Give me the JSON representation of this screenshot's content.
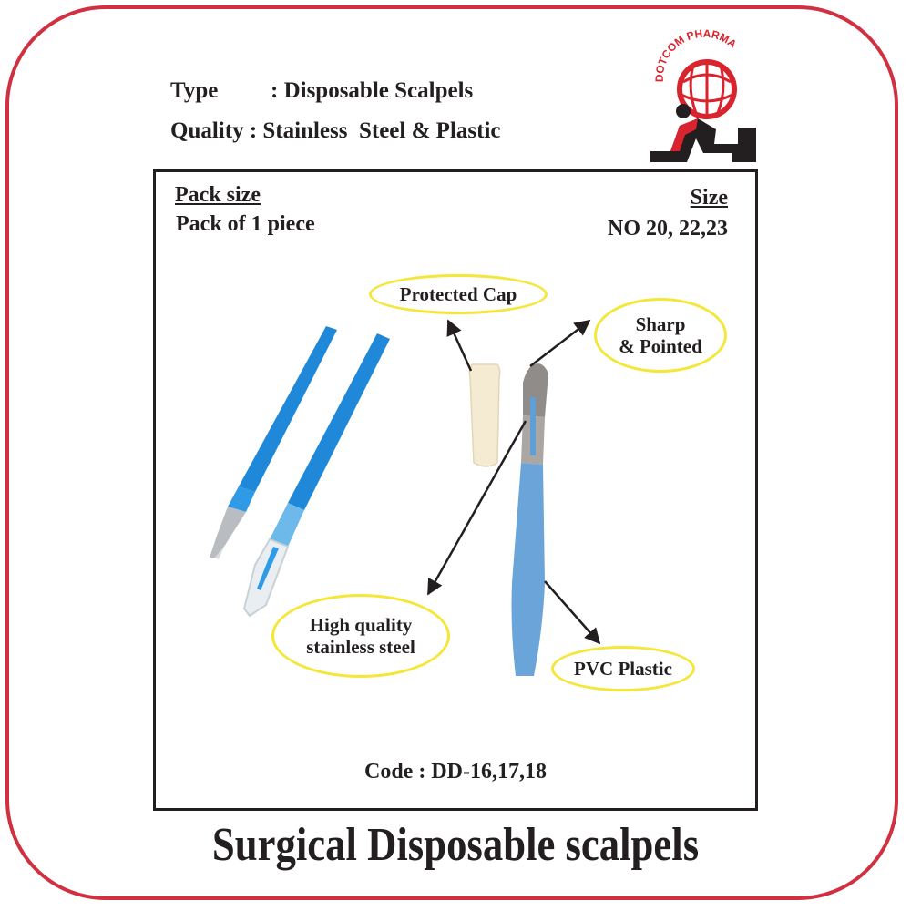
{
  "spec": {
    "type_label": "Type",
    "type_value": ": Disposable Scalpels",
    "quality_label": "Quality",
    "quality_value": " : Stainless  Steel & Plastic"
  },
  "logo": {
    "brand_text": "DOTCOM PHARMA"
  },
  "pack": {
    "heading": "Pack size",
    "value": "Pack of 1 piece"
  },
  "size": {
    "heading": "Size",
    "value": "NO 20, 22,23"
  },
  "callouts": {
    "protected_cap": "Protected Cap",
    "sharp_line1": "Sharp",
    "sharp_line2": "& Pointed",
    "steel_line1": "High quality",
    "steel_line2": "stainless steel",
    "pvc": "PVC Plastic"
  },
  "code": "Code : DD-16,17,18",
  "title": "Surgical Disposable scalpels",
  "colors": {
    "frame": "#d03040",
    "callout_border": "#f5e63a",
    "handle_blue": "#2b8fd6",
    "logo_red": "#d9232e",
    "logo_black": "#231f20"
  }
}
